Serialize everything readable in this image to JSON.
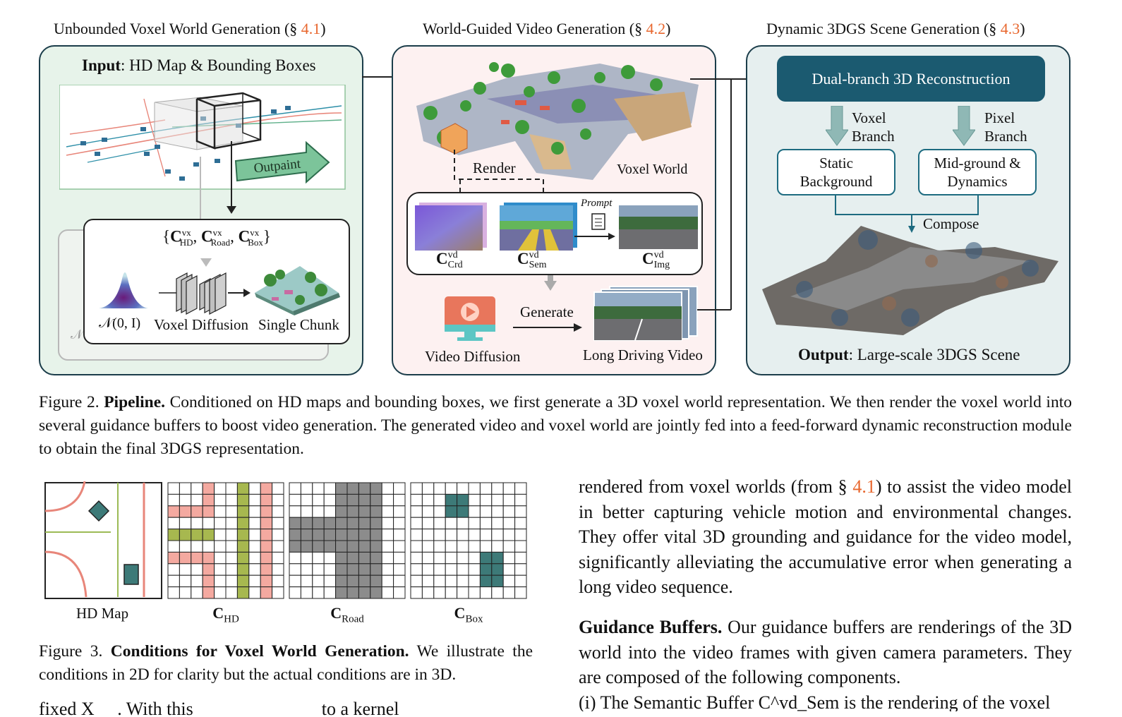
{
  "figure2": {
    "section1": {
      "title": "Unbounded Voxel World Generation (§ ",
      "ref": "4.1",
      "close": ")"
    },
    "section2": {
      "title": "World-Guided Video Generation (§ ",
      "ref": "4.2",
      "close": ")"
    },
    "section3": {
      "title": "Dynamic 3DGS Scene Generation (§ ",
      "ref": "4.3",
      "close": ")"
    },
    "panel1": {
      "input_bold": "Input",
      "input_rest": ": HD Map & Bounding Boxes",
      "outpaint": "Outpaint",
      "cond_set": "{C_HD^vx, C_Road^vx, C_Box^vx}",
      "noise_label": "𝒩(0, I)",
      "back_noise_label": "𝒩",
      "voxel_diffusion": "Voxel Diffusion",
      "single_chunk": "Single Chunk"
    },
    "panel2": {
      "render": "Render",
      "voxel_world": "Voxel World",
      "prompt": "Prompt",
      "c_crd_main": "C",
      "c_crd_sup": "vd",
      "c_crd_sub": "Crd",
      "c_sem_main": "C",
      "c_sem_sup": "vd",
      "c_sem_sub": "Sem",
      "c_img_main": "C",
      "c_img_sup": "vd",
      "c_img_sub": "Img",
      "generate": "Generate",
      "video_diffusion": "Video Diffusion",
      "long_driving_video": "Long Driving Video"
    },
    "panel3": {
      "dual_branch": "Dual-branch 3D Reconstruction",
      "voxel_branch": "Voxel Branch",
      "pixel_branch": "Pixel Branch",
      "static_background": "Static Background",
      "midground": "Mid-ground & Dynamics",
      "compose": "Compose",
      "output_bold": "Output",
      "output_rest": ": Large-scale 3DGS Scene"
    },
    "caption": {
      "label": "Figure 2. ",
      "bold": "Pipeline.",
      "text": " Conditioned on HD maps and bounding boxes, we first generate a 3D voxel world representation. We then render the voxel world into several guidance buffers to boost video generation. The generated video and voxel world are jointly fed into a feed-forward dynamic reconstruction module to obtain the final 3DGS representation."
    }
  },
  "figure3": {
    "labels": {
      "hd_map": "HD Map",
      "c_hd": "C",
      "c_hd_sub": "HD",
      "c_road": "C",
      "c_road_sub": "Road",
      "c_box": "C",
      "c_box_sub": "Box"
    },
    "caption": {
      "label": "Figure 3. ",
      "bold": "Conditions for Voxel World Generation.",
      "text": " We illustrate the conditions in 2D for clarity but the actual conditions are in 3D."
    },
    "cutoff_line": "fixed X     . With this                            to a kernel"
  },
  "right_column": {
    "para1_pre": "rendered from voxel worlds (from § ",
    "para1_ref": "4.1",
    "para1_post": ") to assist the video model in better capturing vehicle motion and environmental changes. They offer vital 3D grounding and guidance for the video model, significantly alleviating the accumulative error when generating a long video sequence.",
    "para2_bold": "Guidance Buffers.",
    "para2_text": " Our guidance buffers are renderings of the 3D world into the video frames with given camera parameters. They are composed of the following components.",
    "para3_cut": "(i) The Semantic Buffer C^vd_Sem is the rendering of the voxel"
  },
  "colors": {
    "panel1_bg": "#e7f3ea",
    "panel2_bg": "#fdf1f1",
    "panel3_bg": "#e6efef",
    "accent_dark": "#1b5a70",
    "ref_orange": "#e8672e"
  }
}
